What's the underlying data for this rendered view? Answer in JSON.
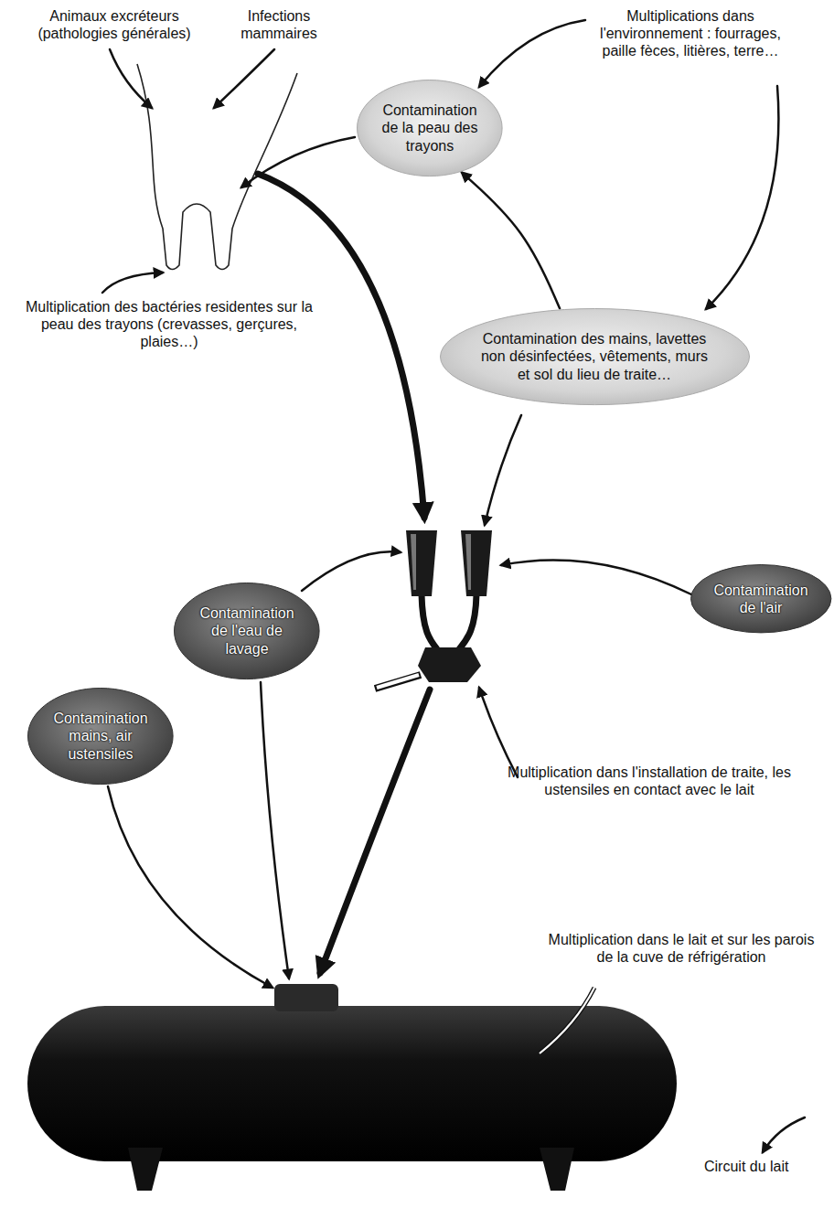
{
  "diagram": {
    "nodes": [
      {
        "text": [
          "Contamination de la peau des trayons"
        ]
      },
      {
        "text": [
          "Contamination des mains, lavettes non désinfectées, vêtements, murs et sol du lieu de traite…"
        ]
      },
      {
        "text": [
          "Contamination de l'air"
        ]
      },
      {
        "text": [
          "Contamination de l'eau de lavage"
        ]
      },
      {
        "text": [
          "Contamination mains, air ustensiles"
        ]
      }
    ],
    "edges": [
      {
        "from": 1,
        "to": 0,
        "arrow": "to"
      }
    ],
    "labels": [
      "Animaux excréteurs (pathologies générales)",
      "Infections mammaires",
      "Multiplications dans l'environnement : fourrages, paille fèces, litières, terre…",
      "Multiplication des bactéries residentes sur la peau des trayons (crevasses, gerçures, plaies…)",
      "Multiplication dans l'installation de traite, les ustensiles en contact avec le lait",
      "Multiplication dans le lait et sur les parois de la cuve de réfrigération"
    ],
    "legend": [
      {
        "text": "Circuit du lait"
      }
    ]
  }
}
